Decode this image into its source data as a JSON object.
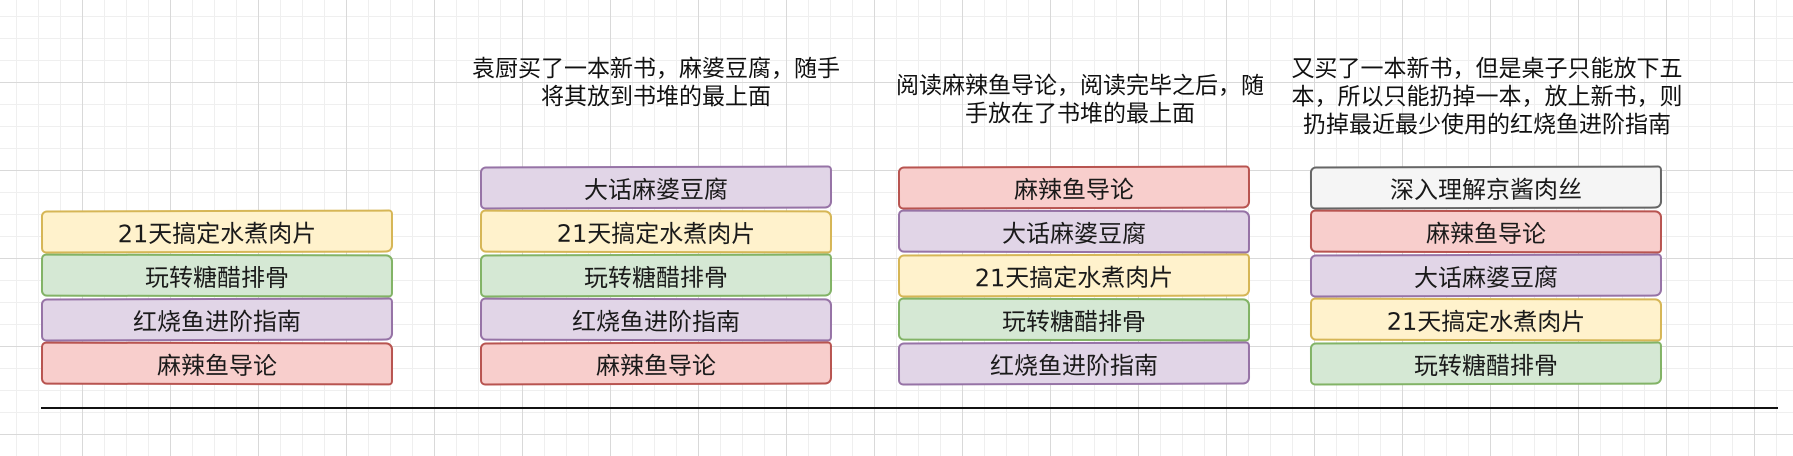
{
  "colors": {
    "yellow": {
      "fill": "#fff2cc",
      "stroke": "#d6b656"
    },
    "green": {
      "fill": "#d5e8d4",
      "stroke": "#82b366"
    },
    "purple": {
      "fill": "#e1d5e7",
      "stroke": "#9673a6"
    },
    "red": {
      "fill": "#f8cecc",
      "stroke": "#b85450"
    },
    "gray": {
      "fill": "#f5f5f5",
      "stroke": "#666666"
    }
  },
  "stacks": [
    {
      "caption": "",
      "books": [
        {
          "title": "21天搞定水煮肉片",
          "color": "yellow"
        },
        {
          "title": "玩转糖醋排骨",
          "color": "green"
        },
        {
          "title": "红烧鱼进阶指南",
          "color": "purple"
        },
        {
          "title": "麻辣鱼导论",
          "color": "red"
        }
      ]
    },
    {
      "caption": "袁厨买了一本新书，麻婆豆腐，随手将其放到书堆的最上面",
      "books": [
        {
          "title": "大话麻婆豆腐",
          "color": "purple"
        },
        {
          "title": "21天搞定水煮肉片",
          "color": "yellow"
        },
        {
          "title": "玩转糖醋排骨",
          "color": "green"
        },
        {
          "title": "红烧鱼进阶指南",
          "color": "purple"
        },
        {
          "title": "麻辣鱼导论",
          "color": "red"
        }
      ]
    },
    {
      "caption": "阅读麻辣鱼导论，阅读完毕之后，随手放在了书堆的最上面",
      "books": [
        {
          "title": "麻辣鱼导论",
          "color": "red"
        },
        {
          "title": "大话麻婆豆腐",
          "color": "purple"
        },
        {
          "title": "21天搞定水煮肉片",
          "color": "yellow"
        },
        {
          "title": "玩转糖醋排骨",
          "color": "green"
        },
        {
          "title": "红烧鱼进阶指南",
          "color": "purple"
        }
      ]
    },
    {
      "caption": "又买了一本新书，但是桌子只能放下五本，所以只能扔掉一本，放上新书，则扔掉最近最少使用的红烧鱼进阶指南",
      "books": [
        {
          "title": "深入理解京酱肉丝",
          "color": "gray"
        },
        {
          "title": "麻辣鱼导论",
          "color": "red"
        },
        {
          "title": "大话麻婆豆腐",
          "color": "purple"
        },
        {
          "title": "21天搞定水煮肉片",
          "color": "yellow"
        },
        {
          "title": "玩转糖醋排骨",
          "color": "green"
        }
      ]
    }
  ]
}
